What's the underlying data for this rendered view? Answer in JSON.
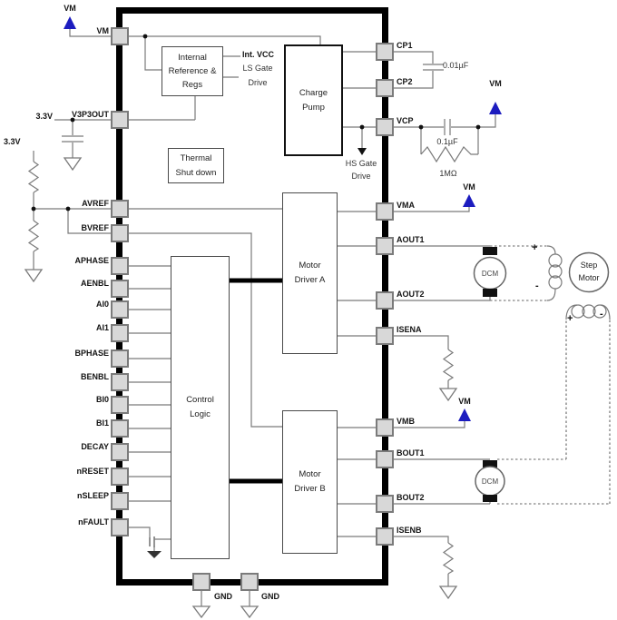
{
  "power": {
    "vm": "VM",
    "v33": "3.3V"
  },
  "pins": {
    "left": [
      "VM",
      "V3P3OUT",
      "AVREF",
      "BVREF",
      "APHASE",
      "AENBL",
      "AI0",
      "AI1",
      "BPHASE",
      "BENBL",
      "BI0",
      "BI1",
      "DECAY",
      "nRESET",
      "nSLEEP",
      "nFAULT"
    ],
    "right": [
      "CP1",
      "CP2",
      "VCP",
      "VMA",
      "AOUT1",
      "AOUT2",
      "ISENA",
      "VMB",
      "BOUT1",
      "BOUT2",
      "ISENB"
    ],
    "bottom": [
      "GND",
      "GND"
    ]
  },
  "blocks": {
    "internal_ref": [
      "Internal",
      "Reference &",
      "Regs"
    ],
    "thermal": [
      "Thermal",
      "Shut down"
    ],
    "charge_pump": [
      "Charge",
      "Pump"
    ],
    "control_logic": [
      "Control",
      "Logic"
    ],
    "driver_a": [
      "Motor",
      "Driver A"
    ],
    "driver_b": [
      "Motor",
      "Driver B"
    ]
  },
  "signals": {
    "int_vcc": "Int. VCC",
    "ls_gate_line1": "LS Gate",
    "ls_gate_line2": "Drive",
    "hs_gate_line1": "HS Gate",
    "hs_gate_line2": "Drive"
  },
  "components": {
    "cap_cp": "0.01µF",
    "cap_vcp": "0.1µF",
    "res_vcp": "1MΩ",
    "dcm": "DCM",
    "step_line1": "Step",
    "step_line2": "Motor",
    "plus": "+",
    "minus": "-"
  },
  "colors": {
    "arrow_blue": "#1c1cbf",
    "wire": "#7a7a7a",
    "pin_fill": "#d8d8d8"
  }
}
